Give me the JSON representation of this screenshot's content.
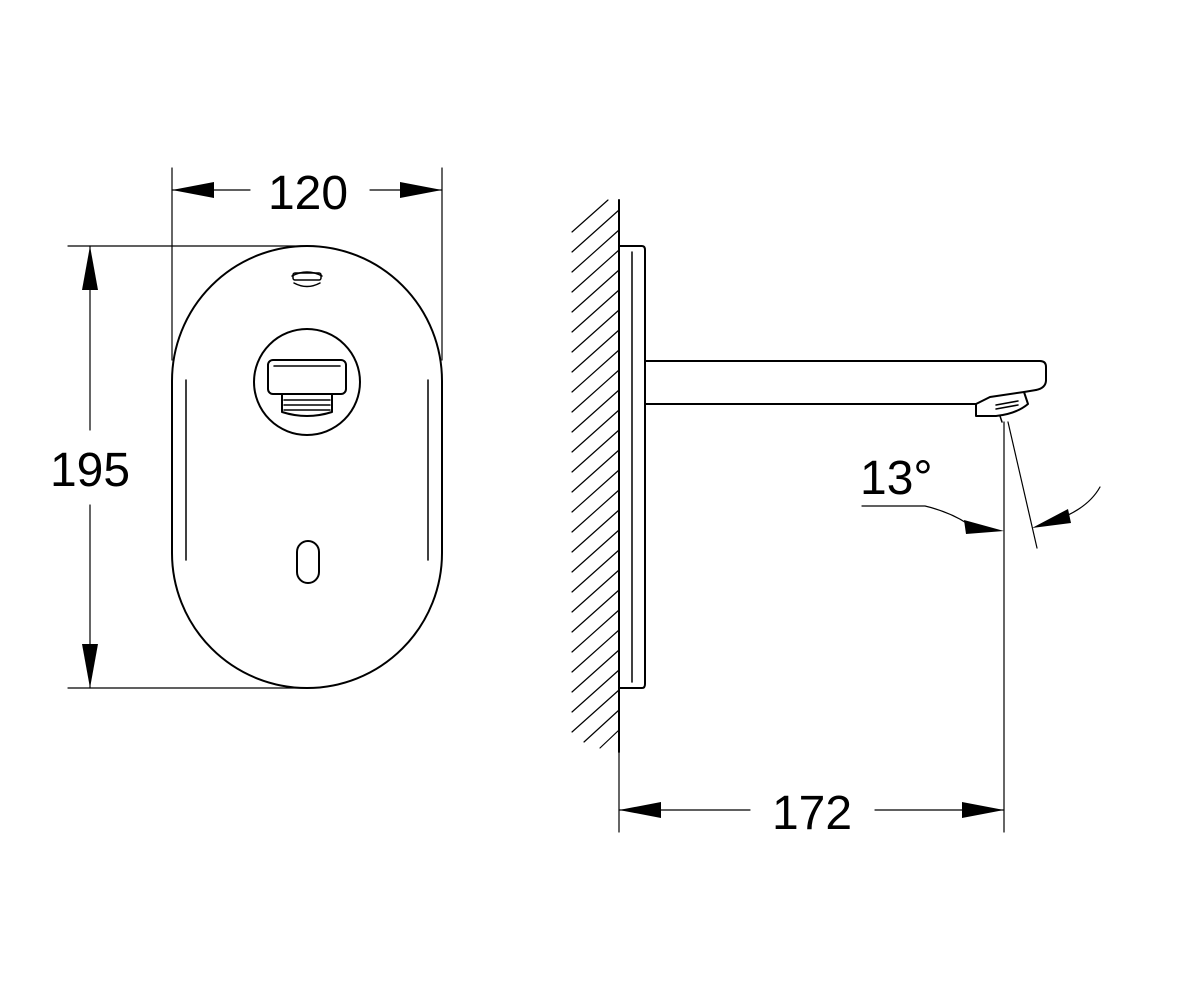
{
  "dimensions": {
    "width_label": "120",
    "height_label": "195",
    "projection_label": "172",
    "angle_label": "13°"
  },
  "views": {
    "front": "front-view",
    "side": "side-view"
  },
  "icons": {
    "logo": "grohe-logo-icon",
    "sensor": "sensor-window-icon",
    "aerator": "aerator-icon",
    "wall": "wall-hatch-icon"
  },
  "colors": {
    "line": "#000000",
    "background": "#ffffff"
  }
}
